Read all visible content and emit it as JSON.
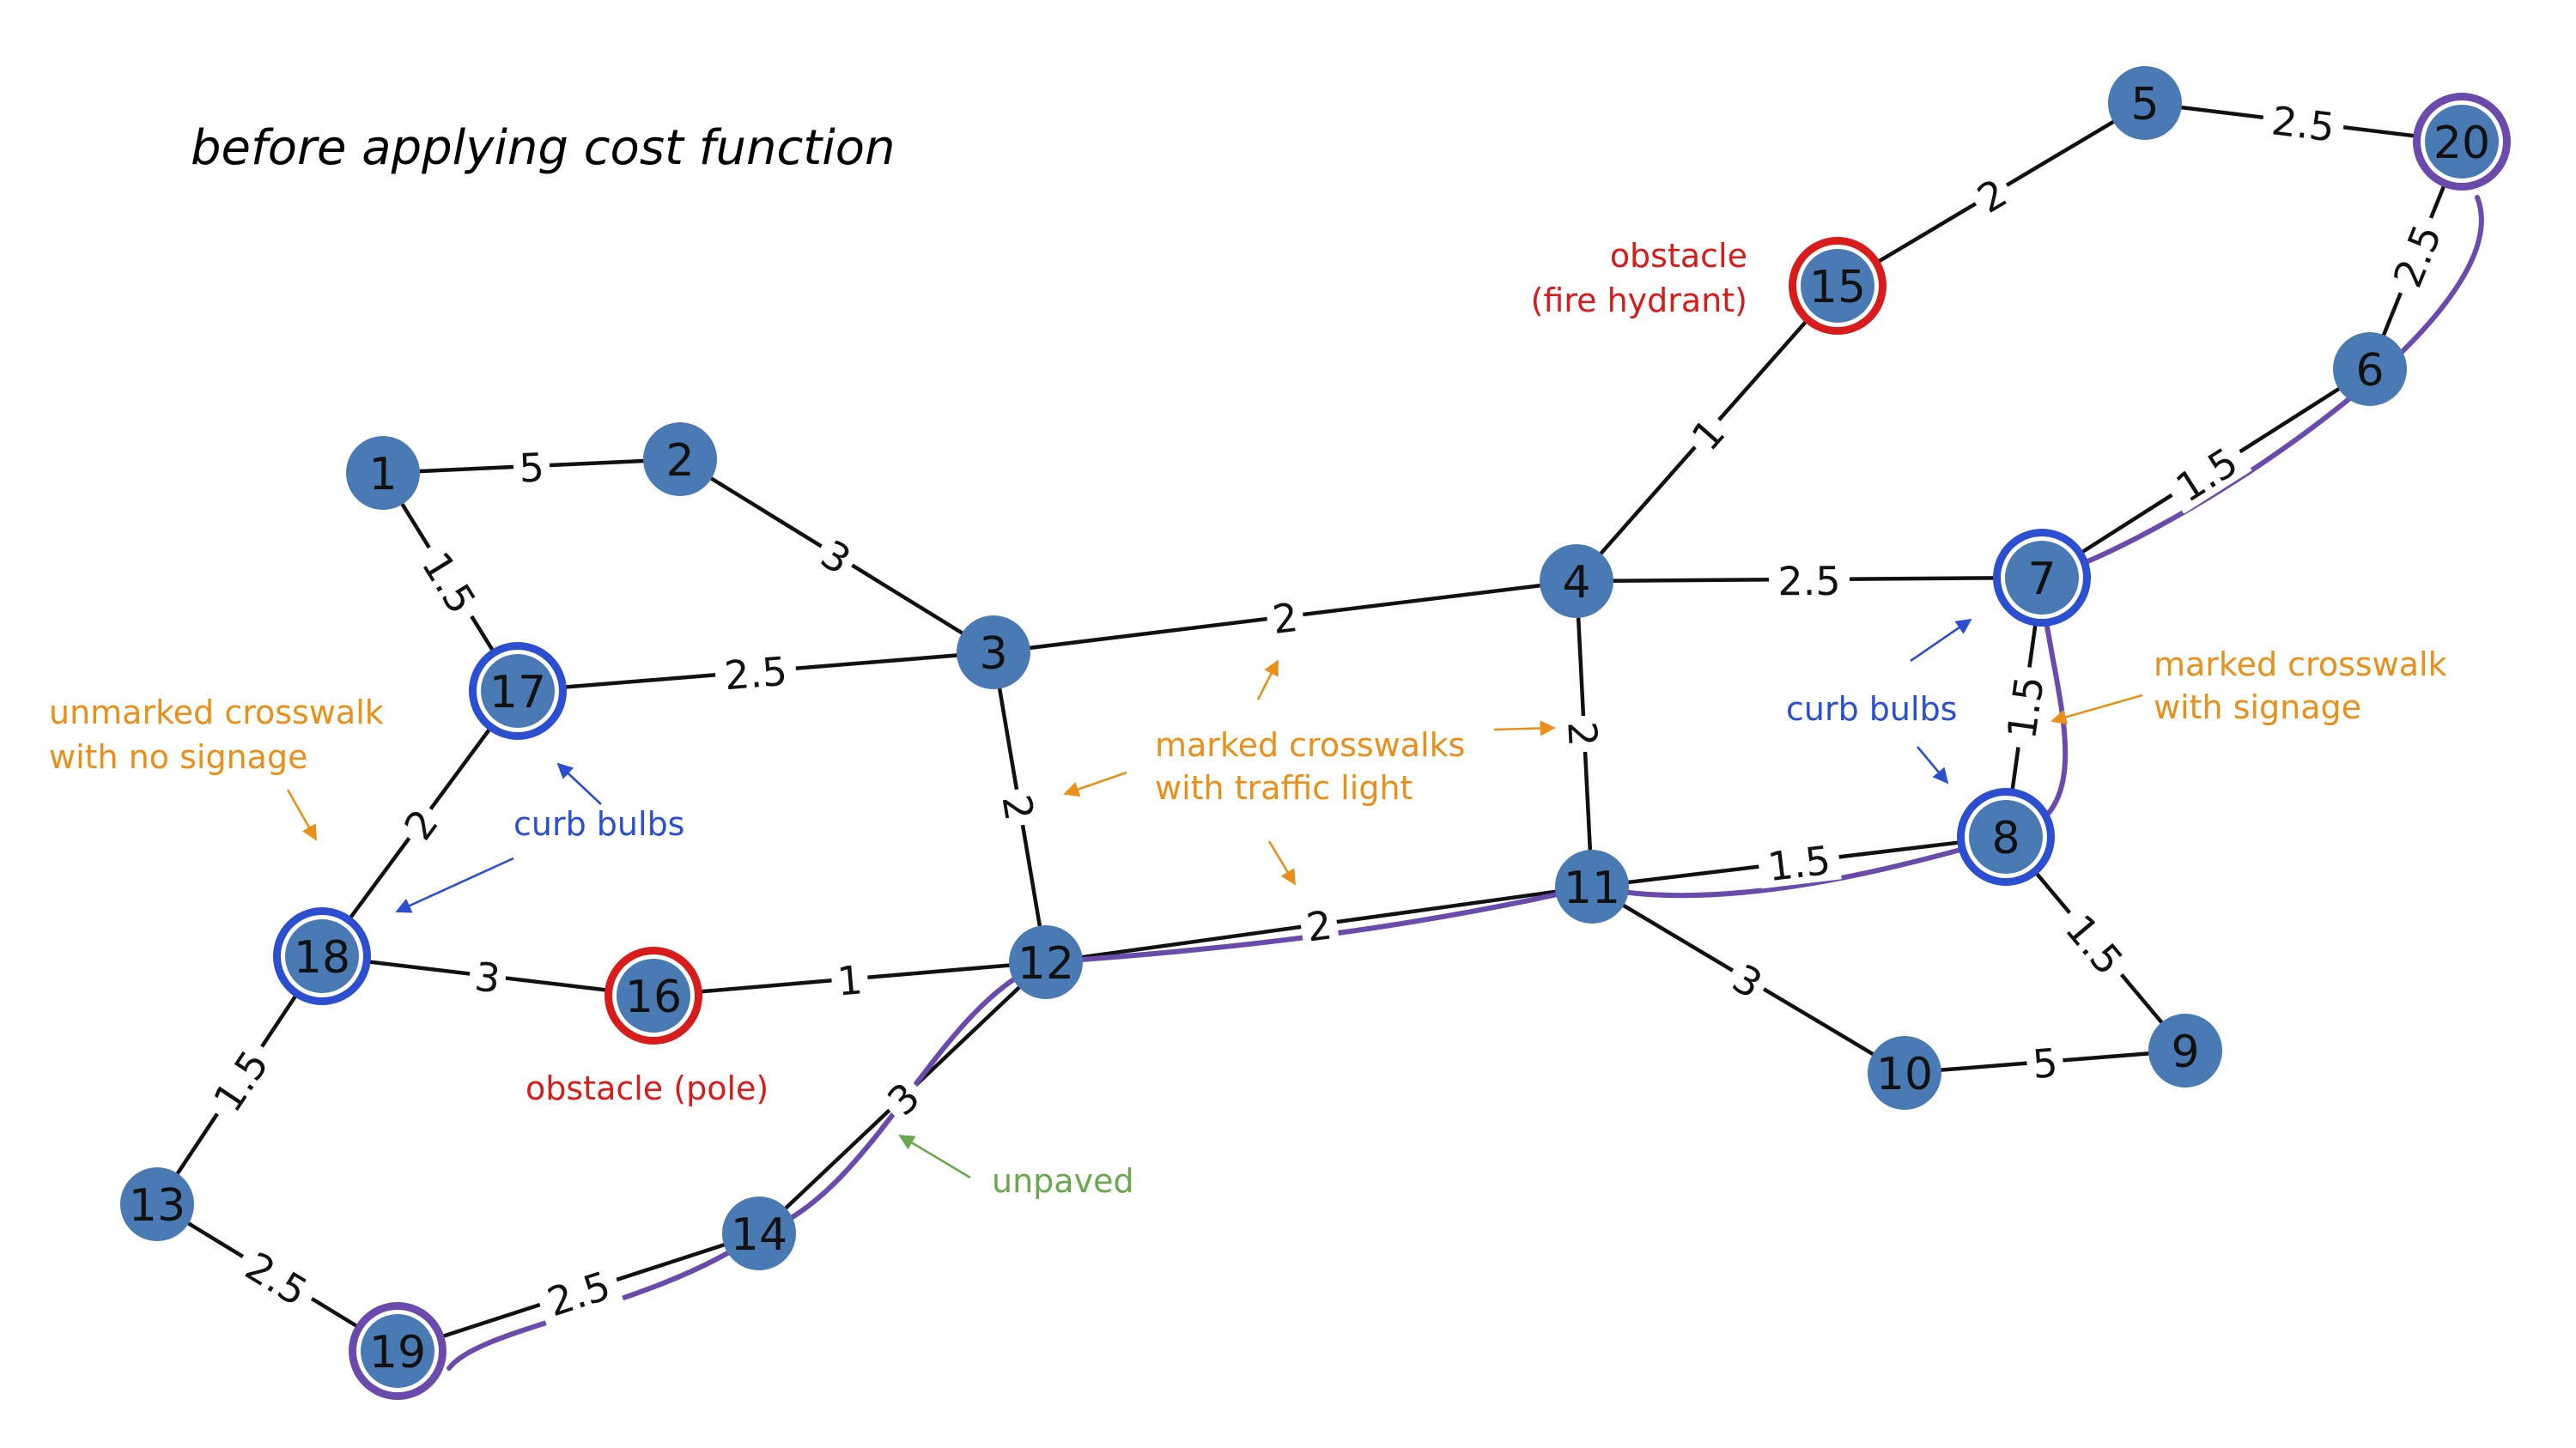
{
  "caption": "before applying cost function",
  "colors": {
    "node": "#4a7ab3",
    "edge": "#111111",
    "obstacle_ring": "#d81b1b",
    "curb_bulb_ring": "#2b4fd0",
    "route": "#6a4bab",
    "endpoint_ring": "#6a4bab",
    "annotation_orange": "#e8901a",
    "annotation_blue": "#2b4fd0",
    "annotation_red": "#d81b1b",
    "annotation_green": "#6aa84f"
  },
  "nodes": [
    {
      "id": "1",
      "label": "1"
    },
    {
      "id": "2",
      "label": "2"
    },
    {
      "id": "3",
      "label": "3"
    },
    {
      "id": "4",
      "label": "4"
    },
    {
      "id": "5",
      "label": "5"
    },
    {
      "id": "6",
      "label": "6"
    },
    {
      "id": "7",
      "label": "7",
      "ring": "curb_bulb"
    },
    {
      "id": "8",
      "label": "8",
      "ring": "curb_bulb"
    },
    {
      "id": "9",
      "label": "9"
    },
    {
      "id": "10",
      "label": "10"
    },
    {
      "id": "11",
      "label": "11"
    },
    {
      "id": "12",
      "label": "12"
    },
    {
      "id": "13",
      "label": "13"
    },
    {
      "id": "14",
      "label": "14"
    },
    {
      "id": "15",
      "label": "15",
      "ring": "obstacle"
    },
    {
      "id": "16",
      "label": "16",
      "ring": "obstacle"
    },
    {
      "id": "17",
      "label": "17",
      "ring": "curb_bulb"
    },
    {
      "id": "18",
      "label": "18",
      "ring": "curb_bulb"
    },
    {
      "id": "19",
      "label": "19",
      "ring": "endpoint"
    },
    {
      "id": "20",
      "label": "20",
      "ring": "endpoint"
    }
  ],
  "edges": [
    {
      "from": "1",
      "to": "2",
      "weight": "5"
    },
    {
      "from": "1",
      "to": "17",
      "weight": "1.5"
    },
    {
      "from": "2",
      "to": "3",
      "weight": "3"
    },
    {
      "from": "17",
      "to": "3",
      "weight": "2.5"
    },
    {
      "from": "3",
      "to": "4",
      "weight": "2"
    },
    {
      "from": "3",
      "to": "12",
      "weight": "2"
    },
    {
      "from": "4",
      "to": "15",
      "weight": "1"
    },
    {
      "from": "15",
      "to": "5",
      "weight": "2"
    },
    {
      "from": "5",
      "to": "20",
      "weight": "2.5"
    },
    {
      "from": "20",
      "to": "6",
      "weight": "2.5"
    },
    {
      "from": "6",
      "to": "7",
      "weight": "1.5"
    },
    {
      "from": "4",
      "to": "7",
      "weight": "2.5"
    },
    {
      "from": "4",
      "to": "11",
      "weight": "2"
    },
    {
      "from": "7",
      "to": "8",
      "weight": "1.5"
    },
    {
      "from": "11",
      "to": "8",
      "weight": "1.5"
    },
    {
      "from": "8",
      "to": "9",
      "weight": "1.5"
    },
    {
      "from": "11",
      "to": "10",
      "weight": "3"
    },
    {
      "from": "10",
      "to": "9",
      "weight": "5"
    },
    {
      "from": "12",
      "to": "11",
      "weight": "2"
    },
    {
      "from": "17",
      "to": "18",
      "weight": "2"
    },
    {
      "from": "18",
      "to": "16",
      "weight": "3"
    },
    {
      "from": "16",
      "to": "12",
      "weight": "1"
    },
    {
      "from": "18",
      "to": "13",
      "weight": "1.5"
    },
    {
      "from": "13",
      "to": "19",
      "weight": "2.5"
    },
    {
      "from": "12",
      "to": "14",
      "weight": "3"
    },
    {
      "from": "19",
      "to": "14",
      "weight": "2.5"
    }
  ],
  "route": [
    "19",
    "14",
    "12",
    "11",
    "8",
    "7",
    "20"
  ],
  "annotations": {
    "obstacle_fire_hydrant": [
      "obstacle",
      "(fire hydrant)"
    ],
    "obstacle_pole": "obstacle (pole)",
    "unmarked_crosswalk": [
      "unmarked crosswalk",
      "with no signage"
    ],
    "curb_bulbs_left": "curb bulbs",
    "curb_bulbs_right": "curb bulbs",
    "marked_crosswalks_light": [
      "marked crosswalks",
      "with traffic light"
    ],
    "marked_crosswalk_signage": [
      "marked crosswalk",
      "with signage"
    ],
    "unpaved": "unpaved"
  }
}
